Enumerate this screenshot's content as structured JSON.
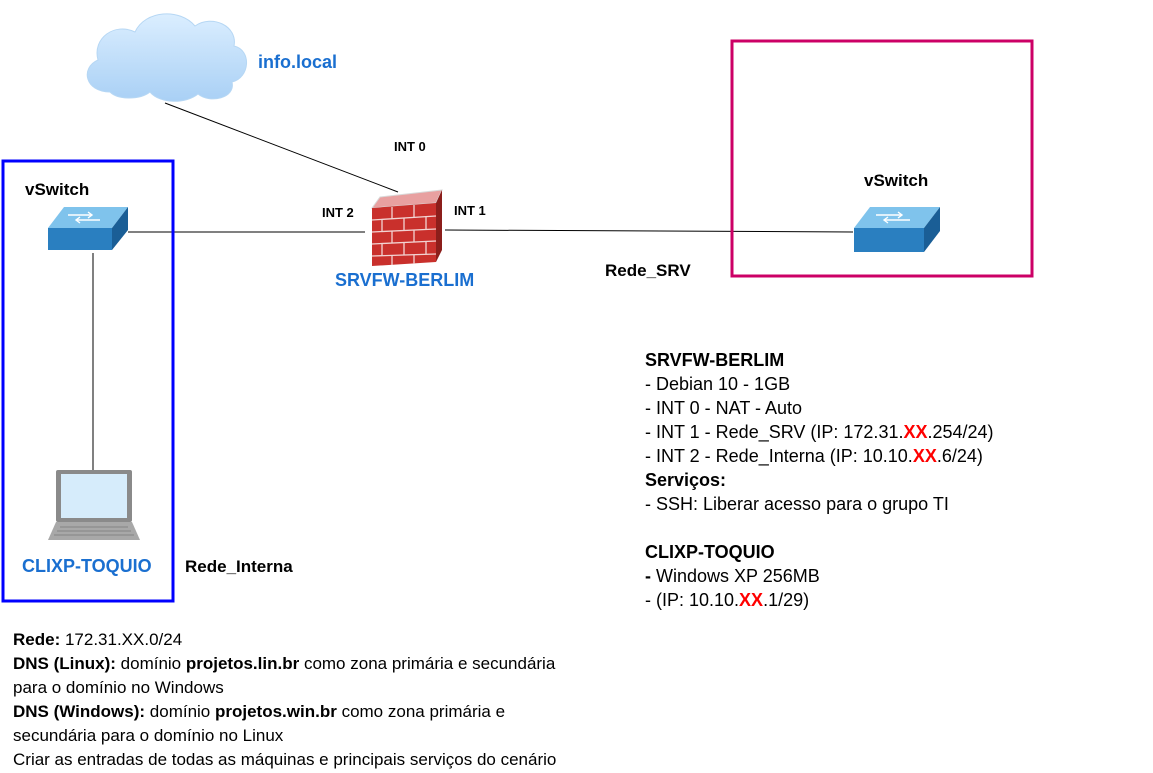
{
  "cloud": {
    "label": "info.local"
  },
  "firewall": {
    "name": "SRVFW-BERLIM",
    "int0": "INT 0",
    "int1": "INT 1",
    "int2": "INT 2"
  },
  "left_switch": {
    "label": "vSwitch"
  },
  "right_switch": {
    "label": "vSwitch"
  },
  "laptop": {
    "name": "CLIXP-TOQUIO"
  },
  "networks": {
    "internal": "Rede_Interna",
    "server": "Rede_SRV"
  },
  "server_info": {
    "title": "SRVFW-BERLIM",
    "os": "- Debian 10 - 1GB",
    "int0": "- INT 0 - NAT - Auto",
    "int1_a": "- INT 1 - Rede_SRV (IP: 172.31.",
    "int1_xx": "XX",
    "int1_b": ".254/24)",
    "int2_a": "- INT 2 - Rede_Interna (IP: 10.10.",
    "int2_xx": "XX",
    "int2_b": ".6/24)",
    "services_title": "Serviços:",
    "ssh": "- SSH: Liberar acesso para o grupo TI"
  },
  "client_info": {
    "title": "CLIXP-TOQUIO",
    "os_dash": "-",
    "os": " Windows XP 256MB",
    "ip_a": "- (IP: 10.10.",
    "ip_xx": "XX",
    "ip_b": ".1/29)"
  },
  "notes": {
    "rede_label": "Rede:",
    "rede_value": " 172.31.XX.0/24",
    "dns_linux_label": "DNS (Linux):",
    "dns_linux_a": " domínio ",
    "dns_linux_domain": "projetos.lin.br",
    "dns_linux_b": " como zona primária e secundária",
    "dns_linux_c": "para o domínio no Windows",
    "dns_win_label": "DNS (Windows):",
    "dns_win_a": " domínio ",
    "dns_win_domain": "projetos.win.br",
    "dns_win_b": " como zona primária e",
    "dns_win_c": "secundária para o domínio no Linux",
    "final": "Criar as entradas de todas as máquinas e principais serviços do cenário"
  },
  "colors": {
    "left_box": "#0000ff",
    "right_box": "#cc0066",
    "label_blue": "#1a6fd0",
    "highlight": "#ff0000",
    "switch": "#2a7fc0",
    "brick": "#c9302c"
  }
}
